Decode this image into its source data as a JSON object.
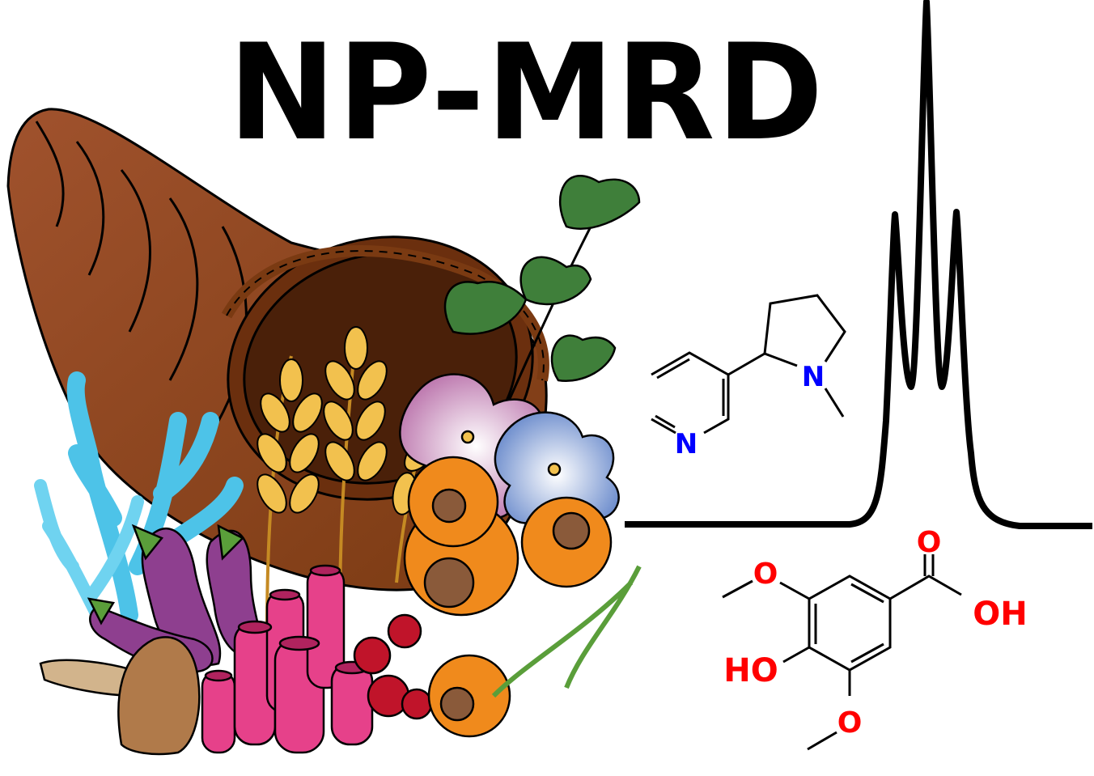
{
  "title": "NP-MRD",
  "molecule_nicotine": {
    "nitrogen_ring": "N",
    "nitrogen_amine": "N"
  },
  "molecule_syringic": {
    "o_top": "O",
    "o_acid": "O",
    "oh_acid": "OH",
    "oh_ring": "HO",
    "o_bottom": "O"
  },
  "colors": {
    "cornucopia": "#8b4513",
    "coral": "#4dc3e8",
    "wheat": "#f2c14e",
    "eggplant": "#8e3f8f",
    "sponge": "#e6418a",
    "flower_pink": "#c57bb0",
    "flower_blue": "#6f8fd0",
    "flower_orange": "#f08a1c",
    "ginkgo": "#3f7f3a",
    "nitrogen": "#0000ff",
    "oxygen": "#ff0000"
  },
  "icons": [
    "cornucopia",
    "coral",
    "wheat",
    "eggplant",
    "mushroom",
    "sponge",
    "berries",
    "flowers",
    "ginkgo",
    "nmr-spectrum",
    "nicotine-structure",
    "syringic-acid-structure"
  ]
}
